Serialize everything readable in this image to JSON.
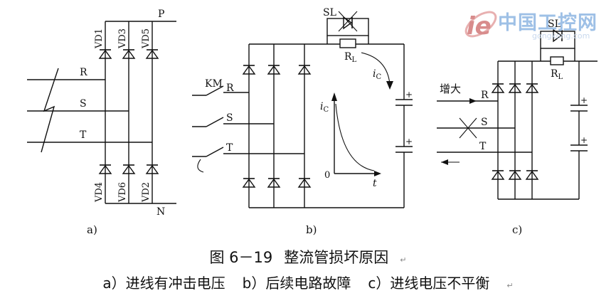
{
  "diagram": {
    "a": {
      "panel_label": "a)",
      "phases": [
        "R",
        "S",
        "T"
      ],
      "upper_diodes": [
        "VD1",
        "VD3",
        "VD5"
      ],
      "lower_diodes": [
        "VD4",
        "VD6",
        "VD2"
      ],
      "positive_rail": "P",
      "negative_rail": "N"
    },
    "b": {
      "panel_label": "b)",
      "contactor": "KM",
      "phases": [
        "R",
        "S",
        "T"
      ],
      "relay": "SL",
      "resistor": "R",
      "resistor_sub": "L",
      "current": "i",
      "current_sub": "C",
      "graph_y": "i",
      "graph_y_sub": "C",
      "graph_x": "t",
      "graph_origin": "0",
      "plus": "+"
    },
    "c": {
      "panel_label": "c)",
      "increase": "增大",
      "phases": [
        "R",
        "S",
        "T"
      ],
      "relay": "SL",
      "resistor": "R",
      "resistor_sub": "L",
      "plus": "+"
    }
  },
  "caption": {
    "figure_no": "图 6－19",
    "figure_title": "整流管损坏原因",
    "sub_a": "a）进线有冲击电压",
    "sub_b": "b）后续电路故障",
    "sub_c": "c）进线电压不平衡",
    "pilcrow": "↵"
  },
  "watermark": {
    "logo_text": "中国工控网",
    "logo_url": "gongkong.com"
  }
}
